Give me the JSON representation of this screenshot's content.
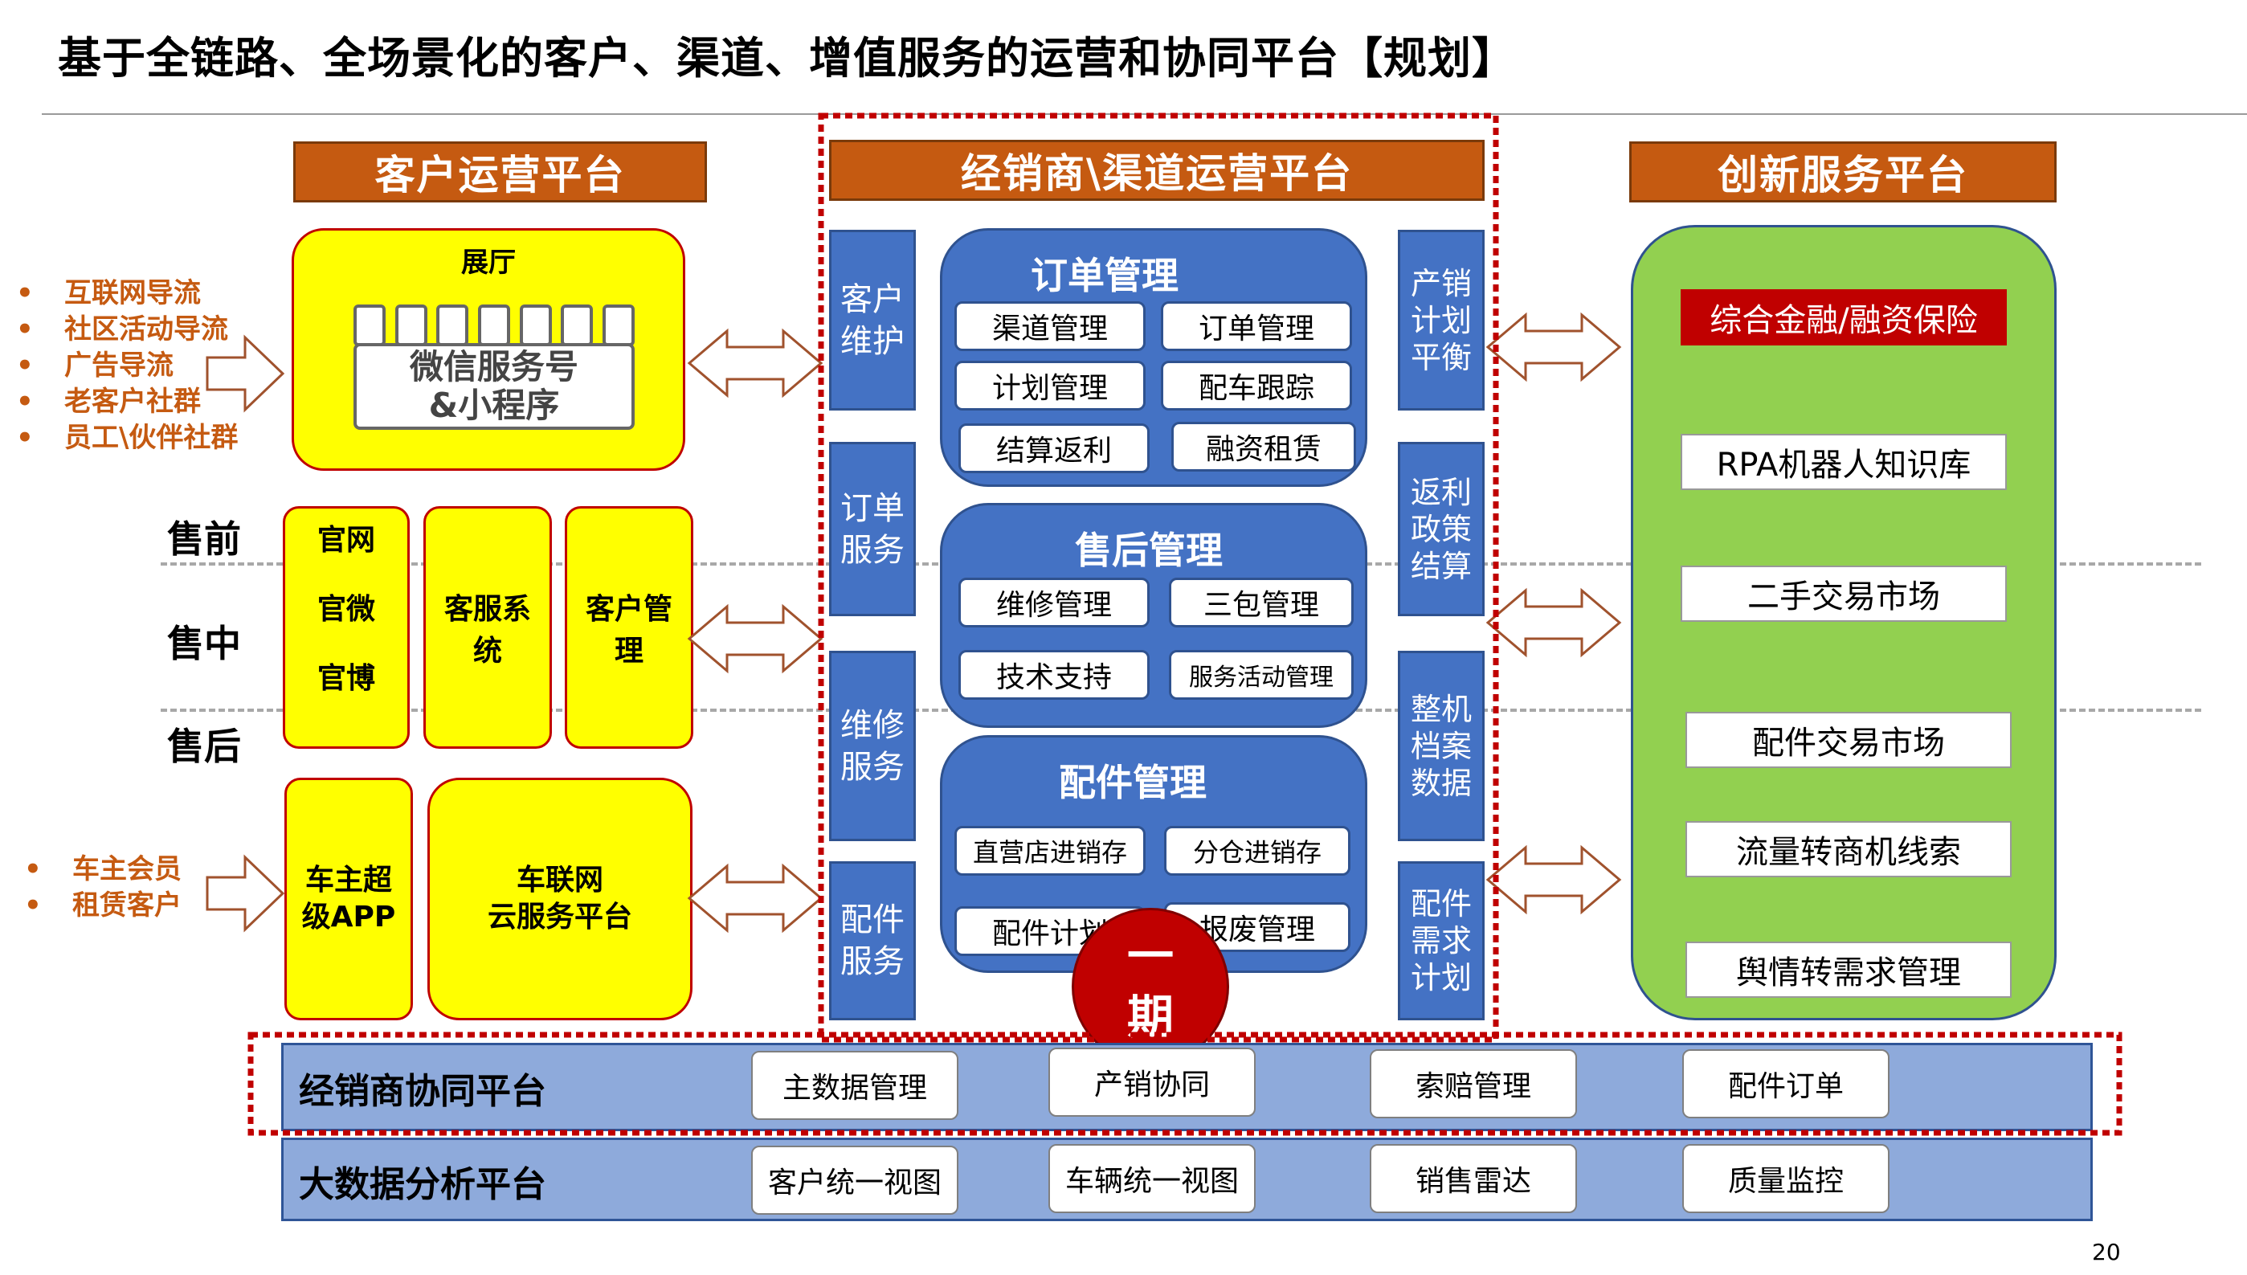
{
  "title": "基于全链路、全场景化的客户、渠道、增值服务的运营和协同平台【规划】",
  "page_number": "20",
  "customer_platform": {
    "header": "客户运营平台",
    "showroom": {
      "label": "展厅",
      "wechat_line1": "微信服务号",
      "wechat_line2": "&小程序"
    },
    "traffic_sources": [
      "互联网导流",
      "社区活动导流",
      "广告导流",
      "老客户社群",
      "员工\\伙伴社群"
    ],
    "stages": [
      "售前",
      "售中",
      "售后"
    ],
    "official_channels": [
      "官网",
      "官微",
      "官博"
    ],
    "customer_service_system": "客服系统",
    "customer_management": "客户管理",
    "owner_sources": [
      "车主会员",
      "租赁客户"
    ],
    "owner_app": "车主超级APP",
    "iov_platform_line1": "车联网",
    "iov_platform_line2": "云服务平台"
  },
  "dealer_platform": {
    "header": "经销商\\渠道运营平台",
    "left_columns": [
      "客户维护",
      "订单服务",
      "维修服务",
      "配件服务"
    ],
    "right_columns": [
      "产销计划平衡",
      "返利政策结算",
      "整机档案数据",
      "配件需求计划"
    ],
    "order_mgmt": {
      "title": "订单管理",
      "items": [
        "渠道管理",
        "订单管理",
        "计划管理",
        "配车跟踪",
        "结算返利",
        "融资租赁"
      ]
    },
    "aftersales_mgmt": {
      "title": "售后管理",
      "items": [
        "维修管理",
        "三包管理",
        "技术支持",
        "服务活动管理"
      ]
    },
    "parts_mgmt": {
      "title": "配件管理",
      "items": [
        "直营店进销存",
        "分仓进销存",
        "配件计划",
        "报废管理"
      ]
    },
    "phase_badge_line1": "一",
    "phase_badge_line2": "期"
  },
  "innovation_platform": {
    "header": "创新服务平台",
    "items": [
      "综合金融/融资保险",
      "RPA机器人知识库",
      "二手交易市场",
      "配件交易市场",
      "流量转商机线索",
      "舆情转需求管理"
    ]
  },
  "dealer_collab_platform": {
    "label": "经销商协同平台",
    "items": [
      "主数据管理",
      "产销协同",
      "索赔管理",
      "配件订单"
    ]
  },
  "bigdata_platform": {
    "label": "大数据分析平台",
    "items": [
      "客户统一视图",
      "车辆统一视图",
      "销售雷达",
      "质量监控"
    ]
  },
  "colors": {
    "header_orange": "#c55a11",
    "highlight_yellow": "#ffff00",
    "panel_blue": "#4472c4",
    "innovation_green": "#92d050",
    "platform_blue": "#8eaadb",
    "dashed_red": "#c00000"
  }
}
